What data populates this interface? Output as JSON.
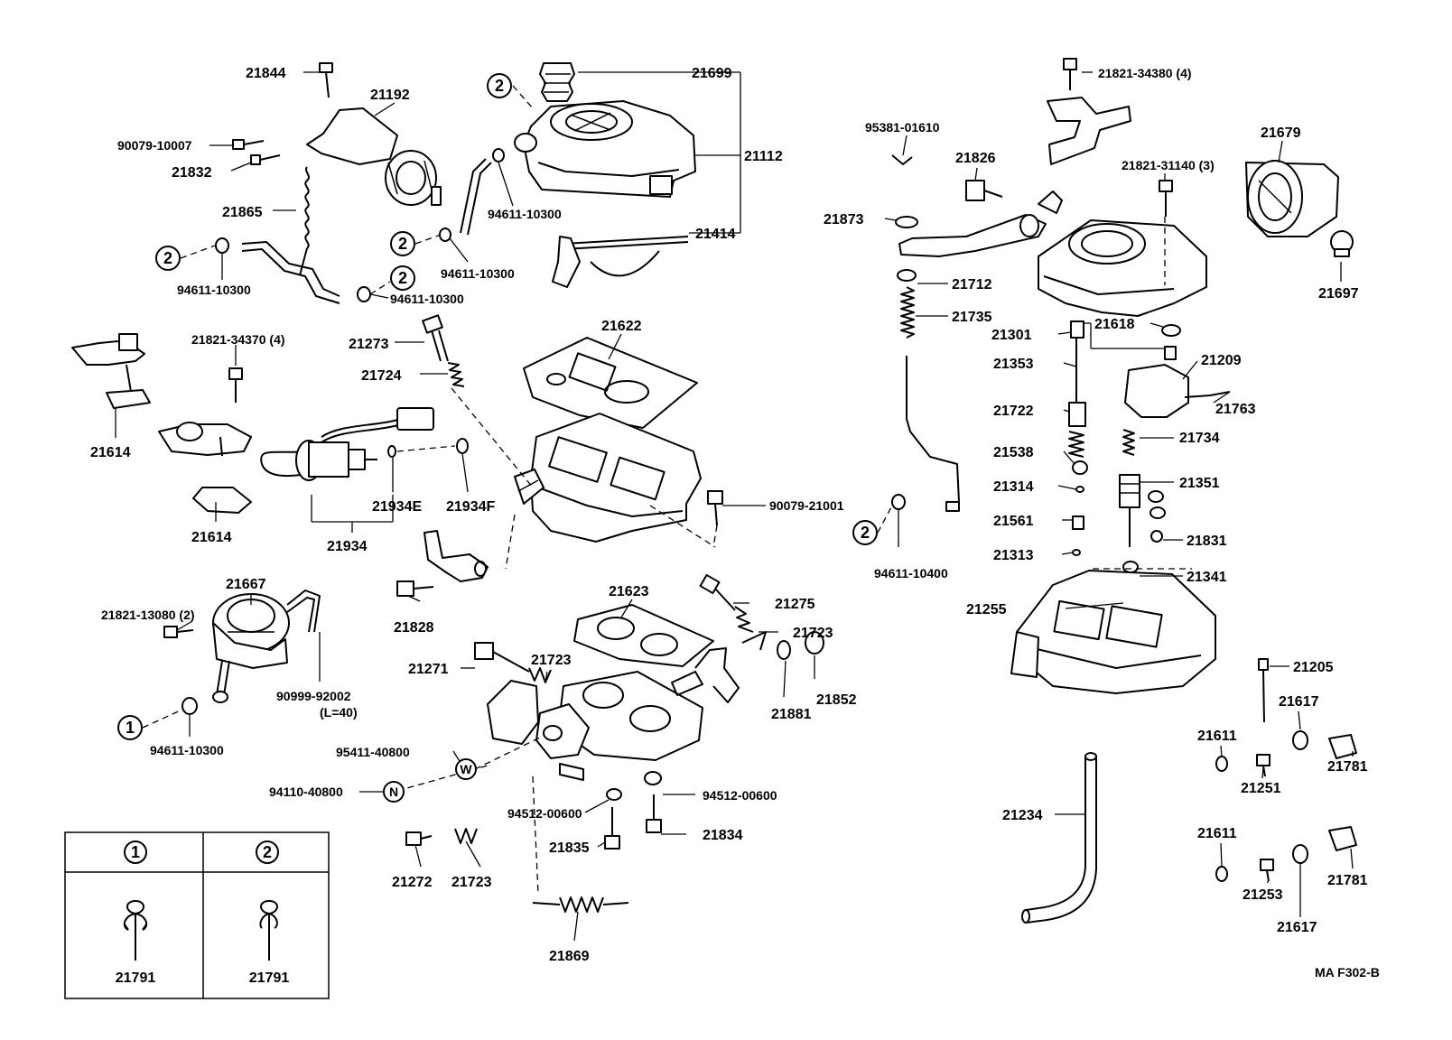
{
  "legend_markers": {
    "one": "1",
    "two": "2",
    "w": "W",
    "n": "N"
  },
  "legend_table": {
    "col1_header": "1",
    "col2_header": "2",
    "col1_part": "21791",
    "col2_part": "21791"
  },
  "drawing_code": "MA F302-B",
  "labels": {
    "l21844": "21844",
    "l21192": "21192",
    "l90079_10007": "90079-10007",
    "l21832": "21832",
    "l21865": "21865",
    "l94611_10300_a": "94611-10300",
    "l94611_10300_b": "94611-10300",
    "l21699": "21699",
    "l21112": "21112",
    "l94611_10300_c": "94611-10300",
    "l94611_10300_d": "94611-10300",
    "l21414": "21414",
    "l21614_a": "21614",
    "l21614_b": "21614",
    "l21821_34370": "21821-34370 (4)",
    "l21273": "21273",
    "l21724": "21724",
    "l21622": "21622",
    "l21934e": "21934E",
    "l21934f": "21934F",
    "l21934": "21934",
    "l90079_21001": "90079-21001",
    "l21828": "21828",
    "l21667": "21667",
    "l21821_13080": "21821-13080 (2)",
    "l90999_92002": "90999-92002",
    "l90999_len": "(L=40)",
    "l94611_10300_e": "94611-10300",
    "l21623": "21623",
    "l21275": "21275",
    "l21723_a": "21723",
    "l21271": "21271",
    "l21723_b": "21723",
    "l21881": "21881",
    "l21852": "21852",
    "l95411_40800": "95411-40800",
    "l94110_40800": "94110-40800",
    "l94512_00600_a": "94512-00600",
    "l94512_00600_b": "94512-00600",
    "l21835": "21835",
    "l21834": "21834",
    "l21272": "21272",
    "l21723_c": "21723",
    "l21869": "21869",
    "l21821_34380": "21821-34380 (4)",
    "l95381_01610": "95381-01610",
    "l21826": "21826",
    "l21679": "21679",
    "l21821_31140": "21821-31140 (3)",
    "l21873": "21873",
    "l21697": "21697",
    "l21712": "21712",
    "l21735": "21735",
    "l21301": "21301",
    "l21618": "21618",
    "l21353": "21353",
    "l21209": "21209",
    "l21722": "21722",
    "l21763": "21763",
    "l21734": "21734",
    "l21538": "21538",
    "l21314": "21314",
    "l21351": "21351",
    "l21561": "21561",
    "l21831": "21831",
    "l21313": "21313",
    "l94611_10400": "94611-10400",
    "l21341": "21341",
    "l21255": "21255",
    "l21205": "21205",
    "l21617_a": "21617",
    "l21611_a": "21611",
    "l21251": "21251",
    "l21781_a": "21781",
    "l21234": "21234",
    "l21611_b": "21611",
    "l21781_b": "21781",
    "l21253": "21253",
    "l21617_b": "21617"
  }
}
